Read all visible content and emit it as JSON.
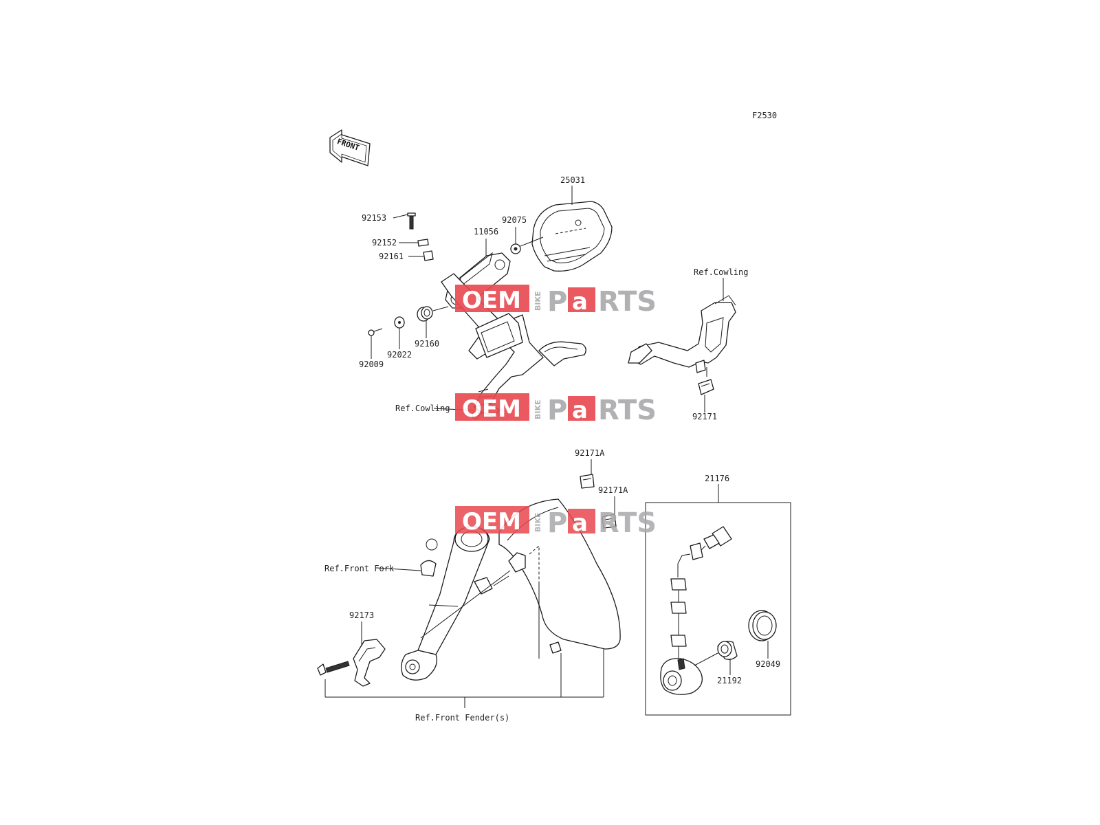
{
  "diagram_code": "F2530",
  "front_arrow_label": "FRONT",
  "watermark": {
    "oem": "OEM",
    "bike": "BIKE",
    "pa": "Pa",
    "a": "a",
    "rts": "RTS"
  },
  "labels": {
    "p25031": "25031",
    "p92153": "92153",
    "p92152": "92152",
    "p11056": "11056",
    "p92075": "92075",
    "p92161": "92161",
    "p92009": "92009",
    "p92022": "92022",
    "p92160": "92160",
    "ref_cowling_top": "Ref.Cowling",
    "ref_cowling_bottom": "Ref.Cowling",
    "p92171": "92171",
    "p92171A_1": "92171A",
    "p92171A_2": "92171A",
    "p21176": "21176",
    "ref_front_fork": "Ref.Front Fork",
    "p92173": "92173",
    "p21192": "21192",
    "p92049": "92049",
    "ref_front_fender": "Ref.Front Fender(s)"
  }
}
